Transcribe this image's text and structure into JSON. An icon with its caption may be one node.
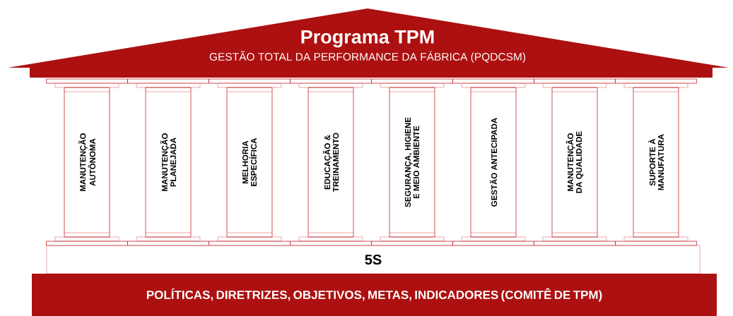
{
  "diagram": {
    "nodes": [
      {
        "text": [
          "Programa TPM",
          "GESTÃO TOTAL DA PERFORMANCE DA FÁBRICA (PQDCSM)"
        ]
      },
      {
        "text": [
          "MANUTENÇÃO AUTÔNOMA"
        ]
      },
      {
        "text": [
          "MANUTENÇÃO PLANEJADA"
        ]
      },
      {
        "text": [
          "MELHORIA ESPECÍFICA"
        ]
      },
      {
        "text": [
          "EDUCAÇÃO & TREINAMENTO"
        ]
      },
      {
        "text": [
          "SEGURANÇA, HIGIENE E MEIO AMBIENTE"
        ]
      },
      {
        "text": [
          "GESTÃO ANTECIPADA"
        ]
      },
      {
        "text": [
          "MANUTENÇÃO DA QUALIDADE"
        ]
      },
      {
        "text": [
          "SUPORTE À MANUFATURA"
        ]
      },
      {
        "text": [
          "5S"
        ]
      },
      {
        "text": [
          "POLÍTICAS, DIRETRIZES, OBJETIVOS, METAS, INDICADORES (COMITÊ DE TPM)"
        ]
      }
    ]
  }
}
